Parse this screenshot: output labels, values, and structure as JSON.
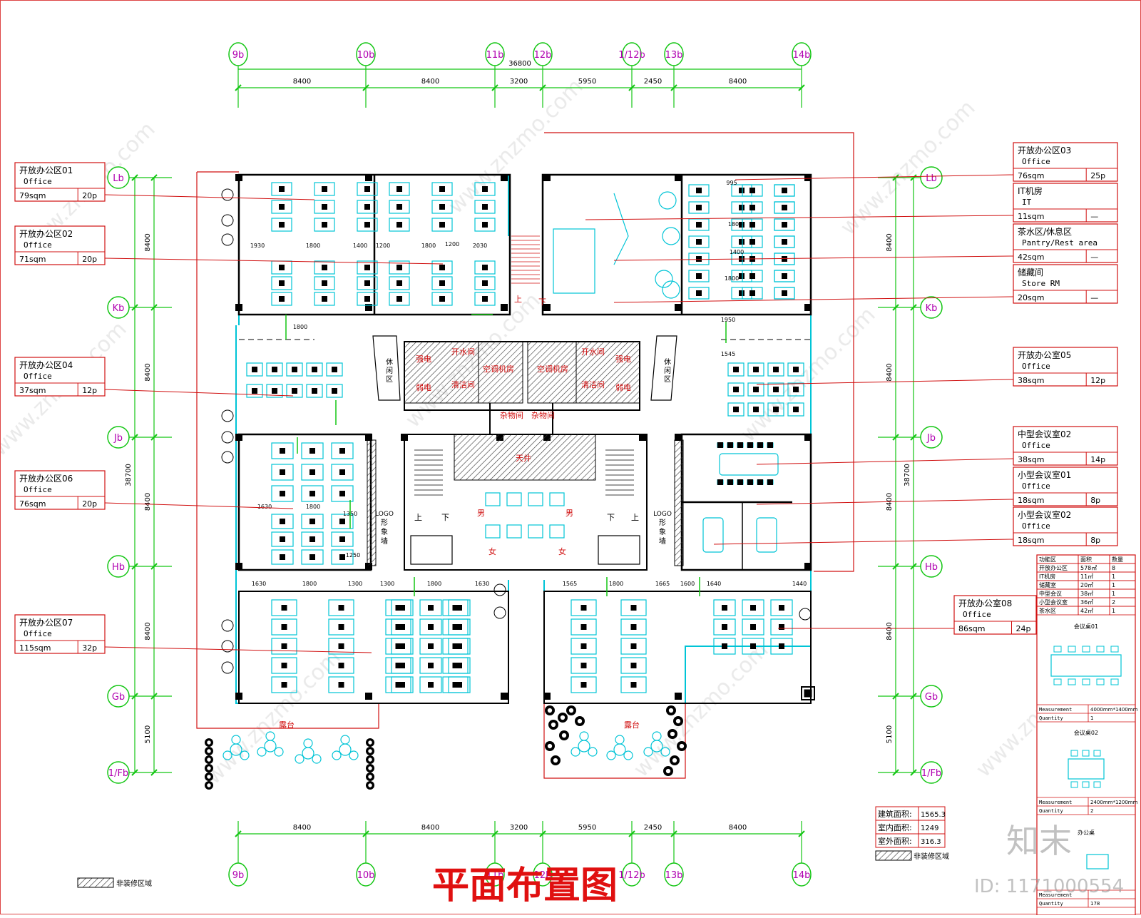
{
  "title": "平面布置图",
  "colors": {
    "grid": "#13c613",
    "axis_label": "#b000b0",
    "wall": "#000000",
    "furniture": "#00c4d6",
    "leader": "#d01010",
    "title": "#e01010",
    "hatch": "#333333"
  },
  "top_axes": [
    "9b",
    "10b",
    "11b",
    "12b",
    "1/12b",
    "13b",
    "14b"
  ],
  "side_axes": [
    "Lb",
    "Kb",
    "Jb",
    "Hb",
    "Gb",
    "1/Fb"
  ],
  "dims_h": {
    "total": "36800",
    "segments": [
      "8400",
      "8400",
      "3200",
      "5950",
      "2450",
      "8400"
    ]
  },
  "dims_v": {
    "total": "38700",
    "segments": [
      "8400",
      "8400",
      "8400",
      "8400",
      "5100"
    ]
  },
  "labels_left": [
    {
      "name": "开放办公区01",
      "en": "Office",
      "area": "79sqm",
      "cap": "20p"
    },
    {
      "name": "开放办公区02",
      "en": "Office",
      "area": "71sqm",
      "cap": "20p"
    },
    {
      "name": "开放办公区04",
      "en": "Office",
      "area": "37sqm",
      "cap": "12p"
    },
    {
      "name": "开放办公区06",
      "en": "Office",
      "area": "76sqm",
      "cap": "20p"
    },
    {
      "name": "开放办公区07",
      "en": "Office",
      "area": "115sqm",
      "cap": "32p"
    }
  ],
  "labels_right": [
    {
      "name": "开放办公区03",
      "en": "Office",
      "area": "76sqm",
      "cap": "25p"
    },
    {
      "name": "IT机房",
      "en": "IT",
      "area": "11sqm",
      "cap": "—"
    },
    {
      "name": "茶水区/休息区",
      "en": "Pantry/Rest area",
      "area": "42sqm",
      "cap": "—"
    },
    {
      "name": "储藏间",
      "en": "Store RM",
      "area": "20sqm",
      "cap": "—"
    },
    {
      "name": "开放办公室05",
      "en": "Office",
      "area": "38sqm",
      "cap": "12p"
    },
    {
      "name": "中型会议室02",
      "en": "Office",
      "area": "38sqm",
      "cap": "14p"
    },
    {
      "name": "小型会议室01",
      "en": "Office",
      "area": "18sqm",
      "cap": "8p"
    },
    {
      "name": "小型会议室02",
      "en": "Office",
      "area": "18sqm",
      "cap": "8p"
    }
  ],
  "label_08": {
    "name": "开放办公室08",
    "en": "Office",
    "area": "86sqm",
    "cap": "24p"
  },
  "rooms": {
    "pantry_water": "开水间",
    "cleaning": "清洁间",
    "ac_room": "空调机房",
    "sundry": "杂物间",
    "shaft": "天井",
    "strong": "强电",
    "weak": "弱电",
    "rest": "休闲区",
    "logo_wall": "LOGO形象墙",
    "terrace": "露台",
    "male": "男",
    "female": "女",
    "up": "上",
    "down": "下"
  },
  "inner_dims": [
    "1930",
    "1800",
    "1400",
    "1200",
    "1800",
    "1200",
    "2030",
    "1800",
    "1630",
    "1800",
    "1350",
    "1250",
    "1630",
    "1800",
    "1300",
    "1300",
    "1800",
    "1630",
    "1565",
    "1800",
    "1665",
    "1600",
    "1640",
    "1440",
    "995",
    "1800",
    "1400",
    "1800",
    "1950",
    "1545"
  ],
  "stats_table": {
    "headers": [
      "功能区",
      "面积",
      "数量"
    ],
    "rows": [
      [
        "开放办公区",
        "578㎡",
        "8"
      ],
      [
        "IT机房",
        "11㎡",
        "1"
      ],
      [
        "储藏室",
        "20㎡",
        "1"
      ],
      [
        "中型会议",
        "38㎡",
        "1"
      ],
      [
        "小型会议室",
        "36㎡",
        "2"
      ],
      [
        "茶水区",
        "42㎡",
        "1"
      ]
    ],
    "table1_title": "会议桌01",
    "table1_measure_label": "Measurement",
    "table1_measure": "4000mm*1400mm",
    "table1_qty_label": "Quantity",
    "table1_qty": "1",
    "table2_title": "会议桌02",
    "table2_measure_label": "Measurement",
    "table2_measure": "2400mm*1200mm",
    "table2_qty_label": "Quantity",
    "table2_qty": "2",
    "table3_title": "办公桌",
    "table3_measure_label": "Measurement",
    "table3_qty_label": "Quantity",
    "table3_qty": "178"
  },
  "area_summary": [
    {
      "label": "建筑面积:",
      "value": "1565.3"
    },
    {
      "label": "室内面积:",
      "value": "1249"
    },
    {
      "label": "室外面积:",
      "value": "316.3"
    }
  ],
  "legend_text": "非装修区域",
  "watermark": {
    "brand": "知末",
    "id": "ID: 1171000554",
    "url": "www.znzmo.com"
  }
}
